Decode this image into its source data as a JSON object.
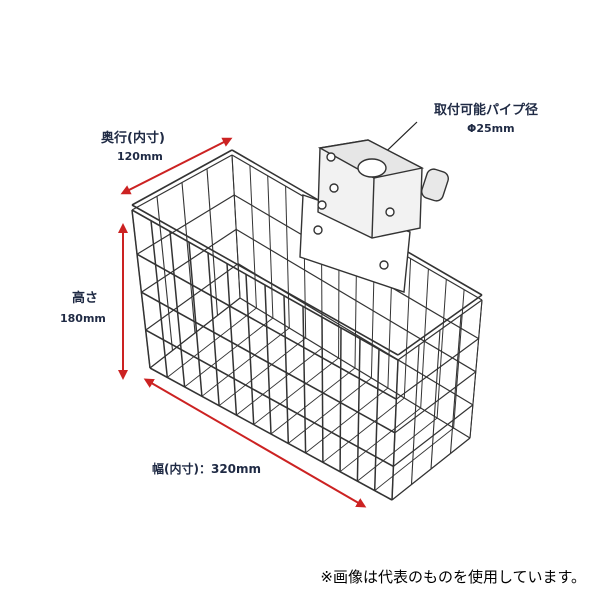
{
  "labels": {
    "pipe": {
      "name": "取付可能パイプ径",
      "value": "Φ25mm"
    },
    "depth": {
      "name": "奥行(内寸)",
      "value": "120mm"
    },
    "height": {
      "name": "高さ",
      "value": "180mm"
    },
    "width": {
      "text": "幅(内寸)：320mm"
    }
  },
  "note": "※画像は代表のものを使用しています。",
  "colors": {
    "dimension_line": "#cc2222",
    "wire": "#333333",
    "text": "#1f2a44"
  }
}
